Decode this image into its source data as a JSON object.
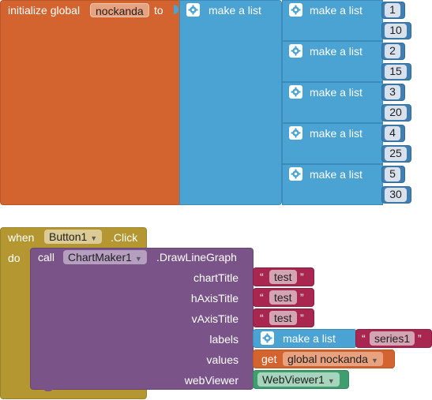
{
  "init_block": {
    "keyword": "initialize global",
    "var_name": "nockanda",
    "to_label": "to",
    "outer_list_label": "make a list",
    "pairs": [
      {
        "make_label": "make a list",
        "a": "1",
        "b": "10"
      },
      {
        "make_label": "make a list",
        "a": "2",
        "b": "15"
      },
      {
        "make_label": "make a list",
        "a": "3",
        "b": "20"
      },
      {
        "make_label": "make a list",
        "a": "4",
        "b": "25"
      },
      {
        "make_label": "make a list",
        "a": "5",
        "b": "30"
      }
    ]
  },
  "event_block": {
    "when_label": "when",
    "component": "Button1",
    "event": ".Click",
    "do_label": "do",
    "call_label": "call",
    "chart_component": "ChartMaker1",
    "method": ".DrawLineGraph",
    "params": {
      "chartTitle": {
        "label": "chartTitle",
        "value": "test"
      },
      "hAxisTitle": {
        "label": "hAxisTitle",
        "value": "test"
      },
      "vAxisTitle": {
        "label": "vAxisTitle",
        "value": "test"
      },
      "labels": {
        "label": "labels",
        "list_label": "make a list",
        "item": "series1"
      },
      "values": {
        "label": "values",
        "get_label": "get",
        "var": "global nockanda"
      },
      "webViewer": {
        "label": "webViewer",
        "component": "WebViewer1"
      }
    },
    "quote_open": "“",
    "quote_close": "”"
  },
  "icons": {
    "mutator": "gear-icon",
    "dropdown": "dropdown-arrow-icon"
  },
  "colors": {
    "variables": "#d36430",
    "lists": "#4aa3d3",
    "procedures": "#7a5488",
    "text": "#a8264f",
    "control": "#b59732",
    "components": "#3f9e70"
  }
}
